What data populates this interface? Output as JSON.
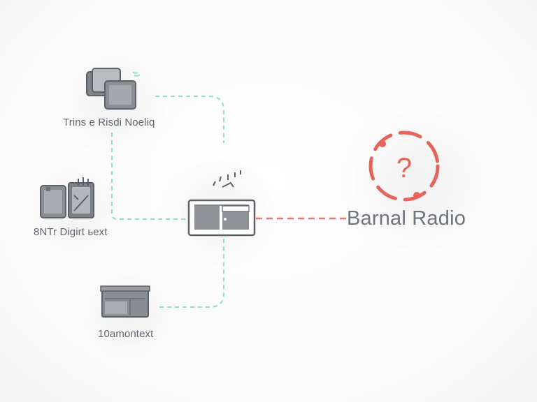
{
  "nodes": {
    "top": {
      "label": "Trins e Risdi Noeliq",
      "icon": "stacked-devices-icon"
    },
    "left": {
      "label": "8NTr Digirt ьext",
      "icon": "tablet-pair-icon"
    },
    "bottom": {
      "label": "10amontext",
      "icon": "server-rack-icon"
    },
    "center": {
      "icon": "radio-hub-icon"
    },
    "destination": {
      "label": "Barnal Radio",
      "icon": "question-circle-icon"
    }
  },
  "colors": {
    "connector": "#8fe0c0",
    "link_alert": "#e07a6e",
    "question": "#e4665a",
    "icon_fill": "#8a8e94",
    "icon_stroke": "#5c6168"
  }
}
